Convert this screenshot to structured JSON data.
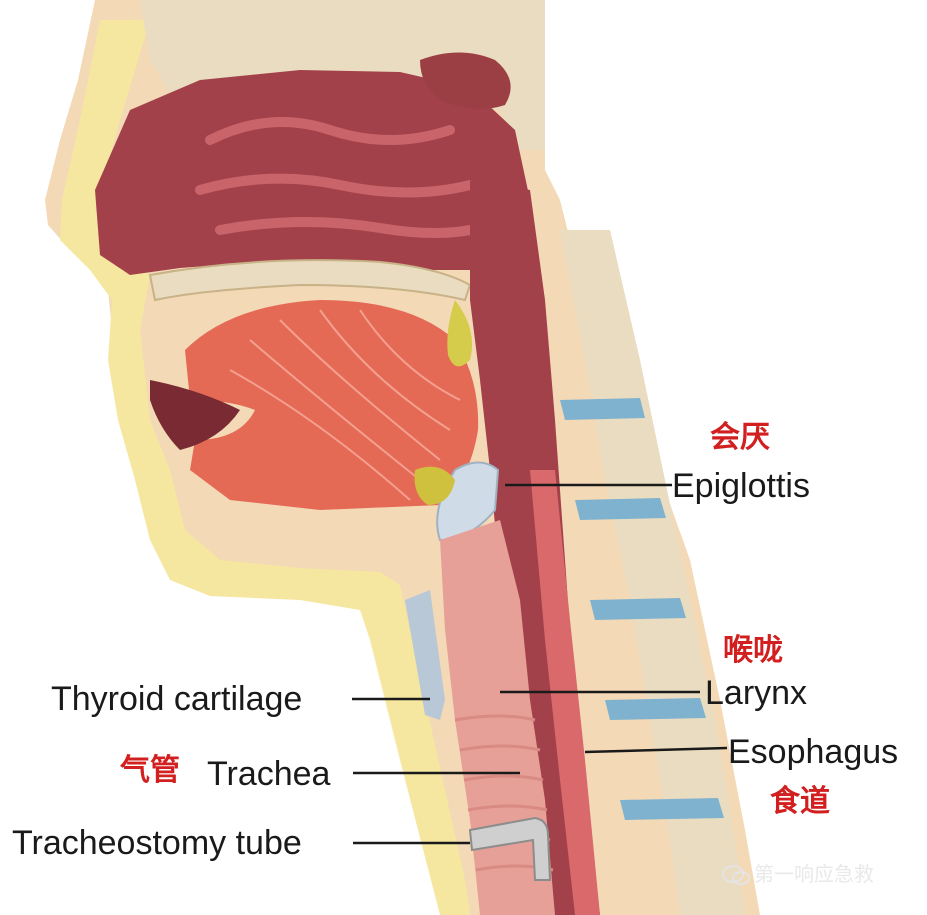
{
  "labels": {
    "epiglottis": "Epiglottis",
    "thyroid_cartilage": "Thyroid cartilage",
    "larynx": "Larynx",
    "trachea": "Trachea",
    "esophagus": "Esophagus",
    "tracheostomy_tube": "Tracheostomy tube"
  },
  "labels_zh": {
    "epiglottis": "会厌",
    "larynx": "喉咙",
    "trachea": "气管",
    "esophagus": "食道"
  },
  "watermark": {
    "text": "第一响应急救"
  },
  "colors": {
    "label_text": "#1a1a1a",
    "chinese_label": "#d21f1f",
    "leader_line": "#1a1a1a",
    "skin": "#f3d9b6",
    "fat": "#f6e7a0",
    "bone": "#eadcc0",
    "mucosa_dark": "#a3414a",
    "mucosa": "#c9656a",
    "tongue_muscle": "#e56a55",
    "airway": "#e7a098",
    "esophagus": "#d9696a",
    "cartilage": "#b9c8d6",
    "disc": "#7fb2cf",
    "tube": "#cfcfcf"
  }
}
